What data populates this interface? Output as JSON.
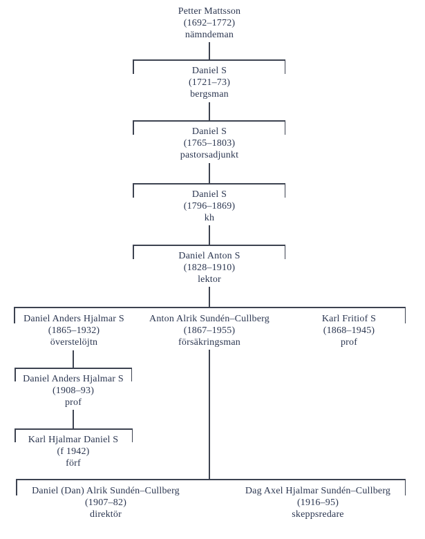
{
  "diagram": {
    "type": "family-tree",
    "description": "Genealogy chart of the Sundén / Sundén–Cullberg family, 8 generations",
    "background_color": "#ffffff",
    "text_color": "#2b3650",
    "line_color": "#3c4250"
  },
  "persons": {
    "p1": {
      "name": "Petter Mattsson",
      "dates": "(1692–1772)",
      "occupation": "nämndeman"
    },
    "p2": {
      "name": "Daniel S",
      "dates": "(1721–73)",
      "occupation": "bergsman"
    },
    "p3": {
      "name": "Daniel S",
      "dates": "(1765–1803)",
      "occupation": "pastorsadjunkt"
    },
    "p4": {
      "name": "Daniel S",
      "dates": "(1796–1869)",
      "occupation": "kh"
    },
    "p5": {
      "name": "Daniel Anton S",
      "dates": "(1828–1910)",
      "occupation": "lektor"
    },
    "p6": {
      "name": "Daniel Anders Hjalmar S",
      "dates": "(1865–1932)",
      "occupation": "överstelöjtn"
    },
    "p7": {
      "name": "Anton Alrik Sundén–Cullberg",
      "dates": "(1867–1955)",
      "occupation": "försäkringsman"
    },
    "p8": {
      "name": "Karl Fritiof S",
      "dates": "(1868–1945)",
      "occupation": "prof"
    },
    "p9": {
      "name": "Daniel Anders Hjalmar S",
      "dates": "(1908–93)",
      "occupation": "prof"
    },
    "p10": {
      "name": "Karl Hjalmar Daniel S",
      "dates": "(f 1942)",
      "occupation": "förf"
    },
    "p11": {
      "name": "Daniel (Dan) Alrik Sundén–Cullberg",
      "dates": "(1907–82)",
      "occupation": "direktör"
    },
    "p12": {
      "name": "Dag Axel Hjalmar Sundén–Cullberg",
      "dates": "(1916–95)",
      "occupation": "skeppsredare"
    }
  }
}
